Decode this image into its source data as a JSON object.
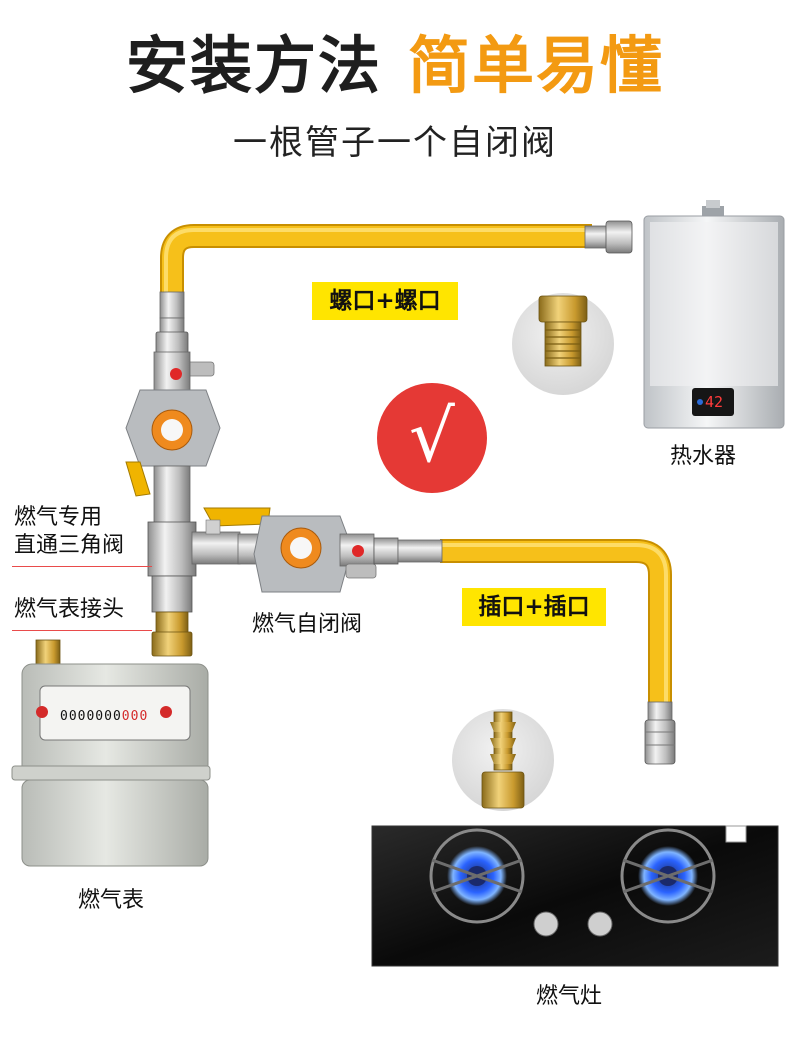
{
  "header": {
    "title_dark": "安装方法",
    "title_orange": "简单易懂",
    "subtitle": "一根管子一个自闭阀"
  },
  "labels": {
    "thread_connection": "螺口+螺口",
    "insert_connection": "插口+插口",
    "water_heater": "热水器",
    "straight_angle_valve_line1": "燃气专用",
    "straight_angle_valve_line2": "直通三角阀",
    "meter_joint": "燃气表接头",
    "self_closing_valve": "燃气自闭阀",
    "gas_meter": "燃气表",
    "gas_stove": "燃气灶"
  },
  "heater_display": "42",
  "meter_counter": "0000000",
  "meter_counter_red": "000",
  "check_mark": "√",
  "colors": {
    "orange": "#f39a12",
    "hose_yellow": "#f7c21a",
    "check_red": "#e53935",
    "label_yellow": "#ffe500"
  }
}
